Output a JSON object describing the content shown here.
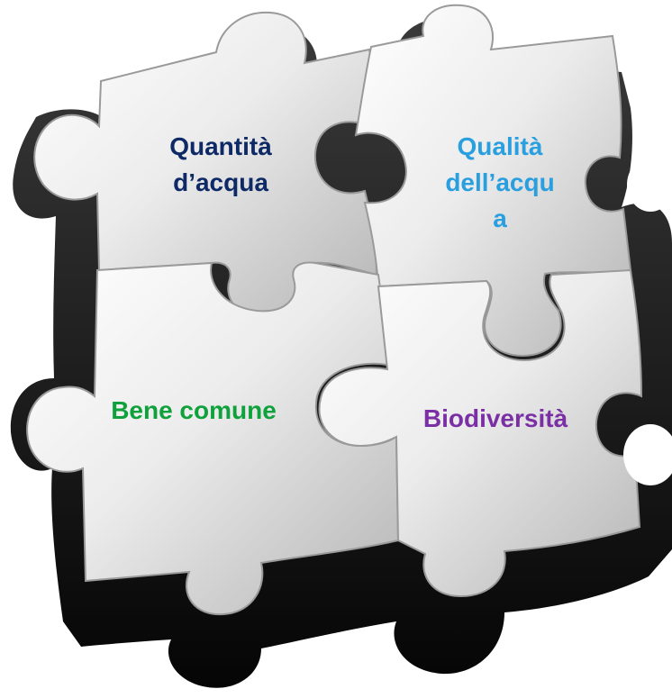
{
  "pieces": [
    {
      "id": "top-left",
      "label": "Quantità\nd’acqua",
      "color": "#0d2a66"
    },
    {
      "id": "top-right",
      "label": "Qualità\ndell’acqu\na",
      "color": "#2a9fe0"
    },
    {
      "id": "bottom-left",
      "label": "Bene comune",
      "color": "#0fa23c"
    },
    {
      "id": "bottom-right",
      "label": "Biodiversità",
      "color": "#7a2fa4"
    }
  ],
  "colors": {
    "piece_face_light": "#f4f4f4",
    "piece_face_dark": "#b9b9b9",
    "piece_edge": "#101010",
    "seam": "#2a2a2a"
  }
}
